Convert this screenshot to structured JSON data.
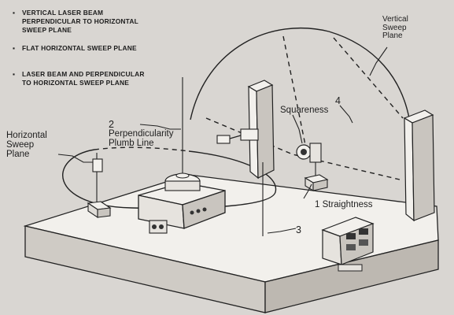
{
  "notes": [
    {
      "line1": "VERTICAL LASER BEAM",
      "line2": "PERPENDICULAR TO HORIZONTAL",
      "line3": "SWEEP PLANE"
    },
    {
      "line1": "FLAT HORIZONTAL SWEEP PLANE"
    },
    {
      "line1": "LASER BEAM AND PERPENDICULAR",
      "line2": "TO HORIZONTAL SWEEP PLANE"
    }
  ],
  "bullet": "▪",
  "labels": {
    "horizontal_sweep_plane": [
      "Horizontal",
      "Sweep",
      "Plane"
    ],
    "perpendicularity": [
      "Perpendicularity",
      "Plumb Line"
    ],
    "num_2": "2",
    "squareness": "Squareness",
    "num_4": "4",
    "vertical_sweep_plane": [
      "Vertical",
      "Sweep",
      "Plane"
    ],
    "straightness": "1 Straightness",
    "num_3": "3"
  },
  "colors": {
    "paper": "#d9d6d2",
    "ink": "#1e1e1e",
    "block_top": "#f2f0ec",
    "block_side": "#c9c5bf"
  }
}
